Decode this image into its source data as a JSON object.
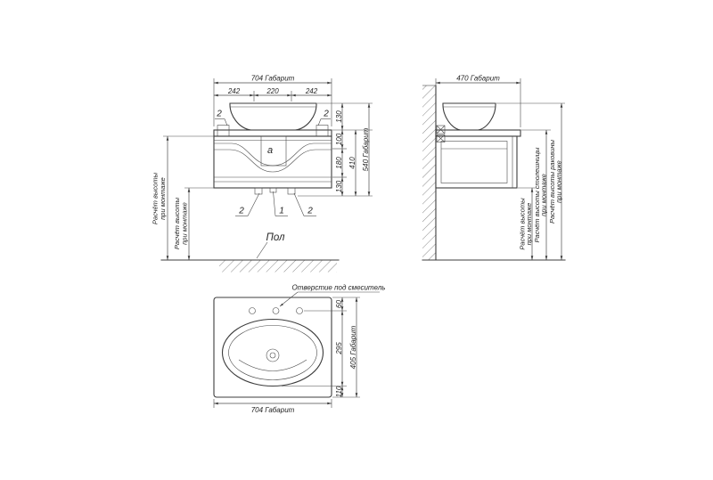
{
  "colors": {
    "line": "#3c3c3c",
    "text": "#242424",
    "background": "#ffffff"
  },
  "front_view": {
    "dim_width_total": "704 Габарит",
    "dim_width_left": "242",
    "dim_width_center": "220",
    "dim_width_right": "242",
    "dim_sink_height": "130",
    "dim_apron_height": "100",
    "dim_drawer_height": "180",
    "dim_base_height": "130",
    "dim_cabinet_height": "410",
    "dim_height_total": "540 Габарит",
    "callout_bracket_left": "2",
    "callout_bracket_right": "2",
    "callout_foot_left": "2",
    "callout_center_part": "1",
    "callout_foot_right": "2",
    "callout_section": "a",
    "mount_note_1": {
      "line1": "Расчёт высоты",
      "line2": "при монтаже"
    },
    "mount_note_2": {
      "line1": "Расчёт высоты",
      "line2": "при монтаже"
    },
    "floor_label": "Пол"
  },
  "side_view": {
    "dim_depth_total": "470 Габарит",
    "note_height": {
      "line1": "Расчёт высоты",
      "line2": "при монтаже"
    },
    "note_countertop": {
      "line1": "Расчёт высоты столешницы",
      "line2": "при монтаже"
    },
    "note_sink": {
      "line1": "Расчёт высоты раковины",
      "line2": "при монтаже"
    }
  },
  "top_view": {
    "faucet_hole_note": "Отверстие под смеситель",
    "dim_back_to_hole": "60",
    "dim_hole_to_bowl_front": "295",
    "dim_bowl_to_front_edge": "110",
    "dim_depth_total": "405 Габарит",
    "dim_width_total": "704 Габарит"
  }
}
